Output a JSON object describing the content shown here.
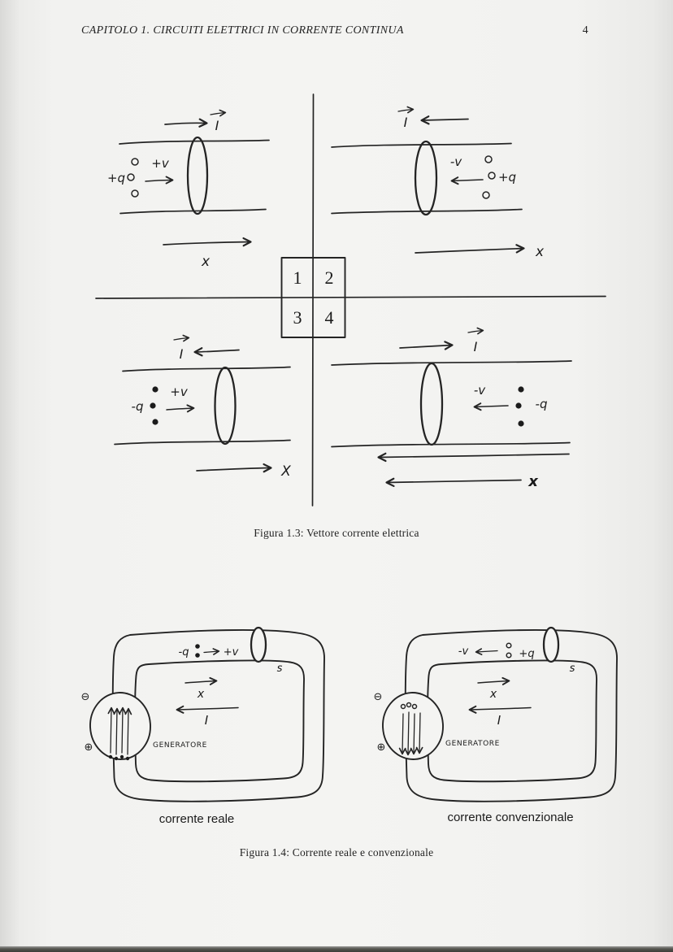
{
  "header": {
    "chapter_title": "CAPITOLO 1.  CIRCUITI ELETTRICI IN CORRENTE CONTINUA",
    "page_number": "4"
  },
  "figure_1_3": {
    "caption": "Figura 1.3: Vettore corrente elettrica",
    "grid_numbers": [
      "1",
      "2",
      "3",
      "4"
    ],
    "q1": {
      "current": "I",
      "charge": "+q",
      "velocity": "+v",
      "axis": "x"
    },
    "q2": {
      "current": "I",
      "velocity": "-v",
      "charge": "+q",
      "axis": "x"
    },
    "q3": {
      "current": "I",
      "charge": "-q",
      "velocity": "+v",
      "axis": "X"
    },
    "q4": {
      "current": "I",
      "velocity": "-v",
      "charge": "-q",
      "axis": "x"
    }
  },
  "figure_1_4": {
    "caption": "Figura 1.4: Corrente reale e convenzionale",
    "left": {
      "title": "corrente reale",
      "charge": "-q",
      "velocity": "+v",
      "section": "s",
      "axis": "x",
      "current": "I",
      "generator_label": "GENERATORE",
      "terminal_minus": "⊖",
      "terminal_plus": "⊕"
    },
    "right": {
      "title": "corrente convenzionale",
      "velocity": "-v",
      "charge": "+q",
      "section": "s",
      "axis": "x",
      "current": "I",
      "generator_label": "GENERATORE",
      "terminal_minus": "⊖",
      "terminal_plus": "⊕"
    }
  }
}
